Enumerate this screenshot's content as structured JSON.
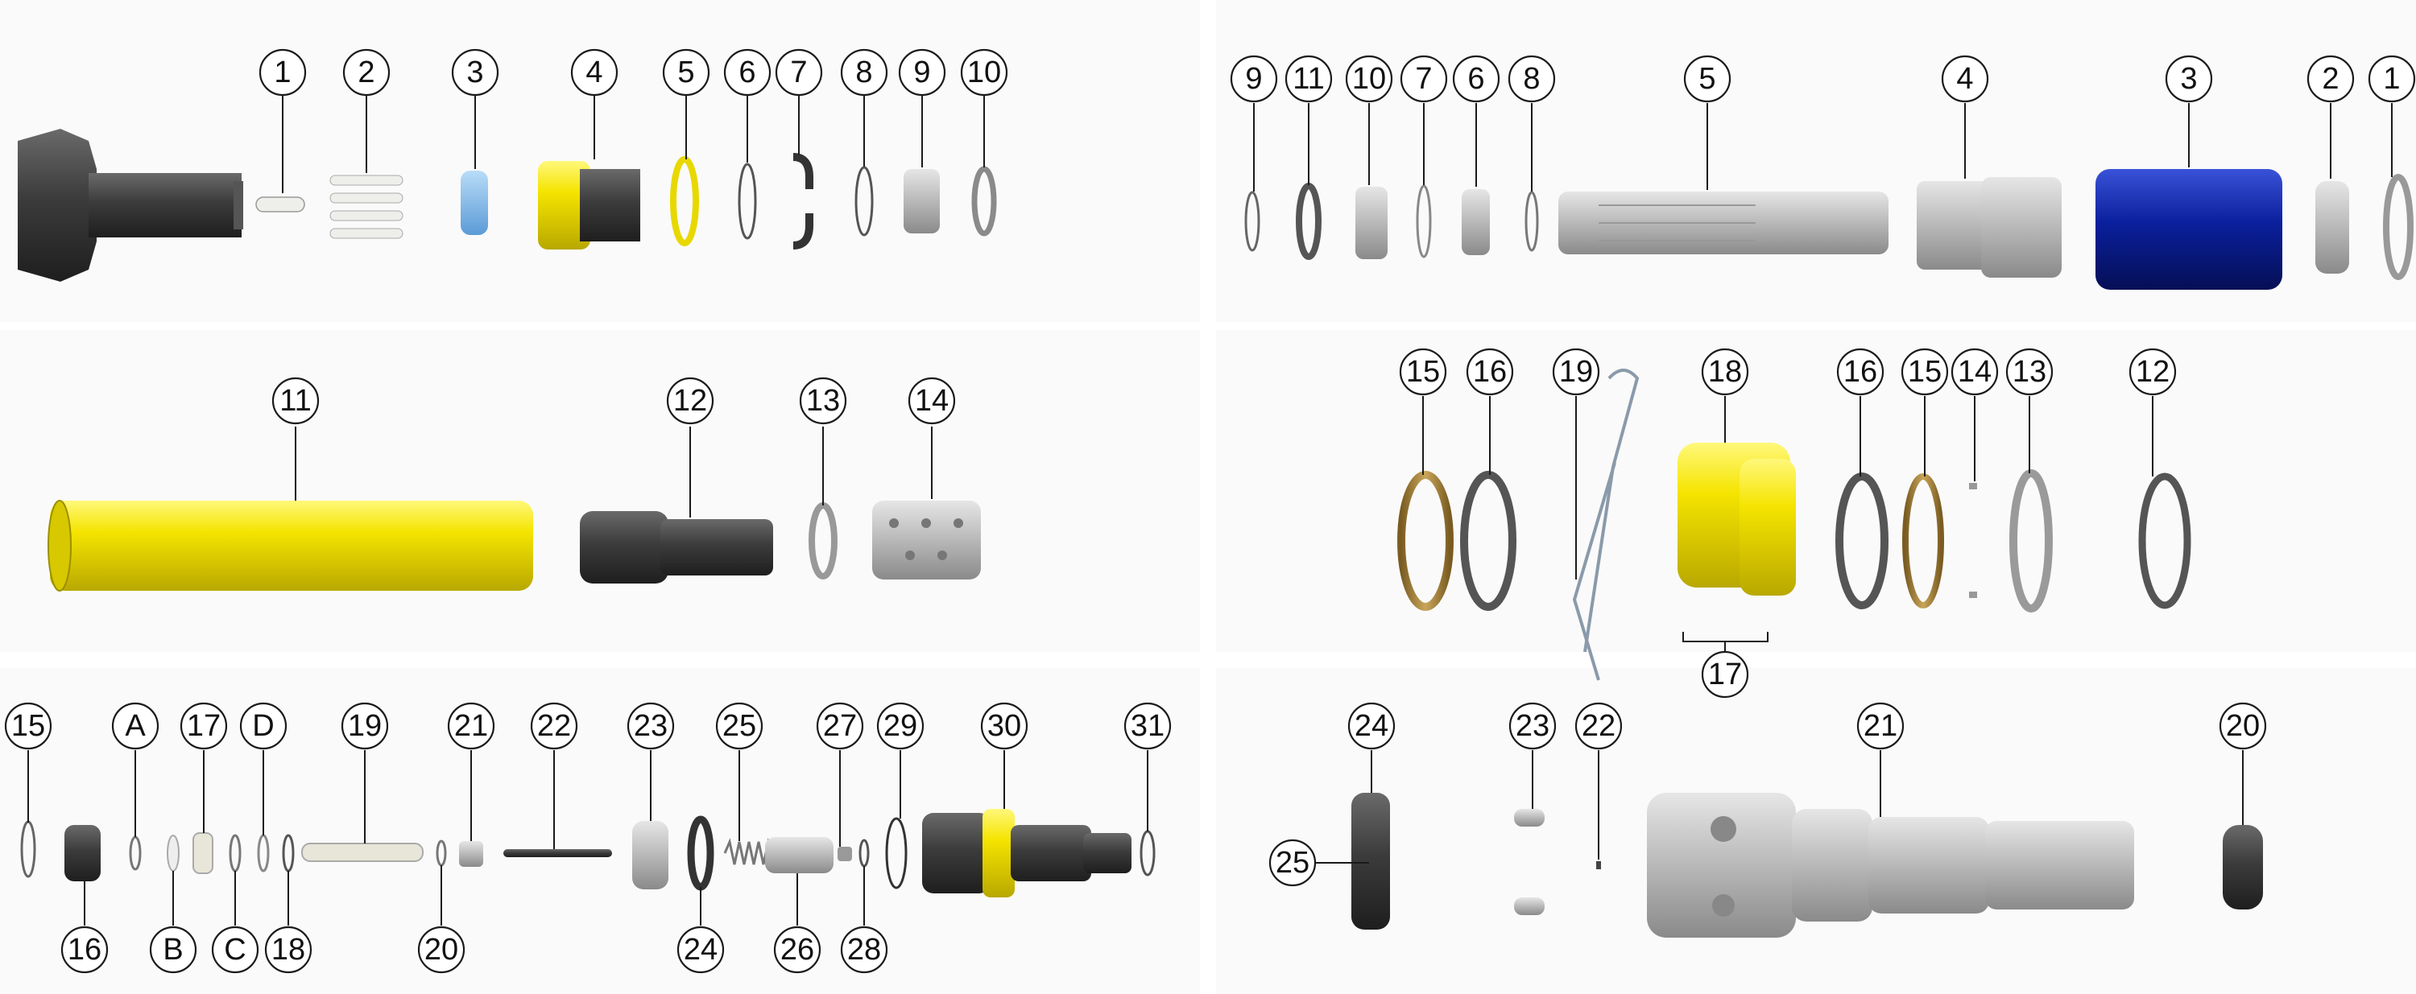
{
  "colors": {
    "accent_yellow": "#f5e400",
    "steel_gray": "#bdbdbd",
    "dark_steel": "#3c3c3c",
    "blue_part": "#0a1f9c",
    "light_blue": "#7fb8ea",
    "bronze": "#9a7a3a",
    "ivory": "#e8e6d8"
  },
  "panels": [
    {
      "id": "panel-top-left",
      "callouts": [
        "1",
        "2",
        "3",
        "4",
        "5",
        "6",
        "7",
        "8",
        "9",
        "10"
      ]
    },
    {
      "id": "panel-top-right",
      "callouts": [
        "9",
        "11",
        "10",
        "7",
        "6",
        "8",
        "5",
        "4",
        "3",
        "2",
        "1"
      ]
    },
    {
      "id": "panel-mid-left",
      "callouts": [
        "11",
        "12",
        "13",
        "14"
      ]
    },
    {
      "id": "panel-mid-right",
      "callouts": [
        "15",
        "16",
        "19",
        "18",
        "16",
        "15",
        "14",
        "13",
        "12",
        "17"
      ]
    },
    {
      "id": "panel-bottom-left",
      "callouts": [
        "15",
        "A",
        "17",
        "D",
        "19",
        "21",
        "22",
        "23",
        "25",
        "27",
        "29",
        "30",
        "31",
        "16",
        "B",
        "C",
        "18",
        "20",
        "24",
        "26",
        "28"
      ]
    },
    {
      "id": "panel-bottom-right",
      "callouts": [
        "24",
        "23",
        "22",
        "21",
        "20",
        "25"
      ]
    }
  ]
}
